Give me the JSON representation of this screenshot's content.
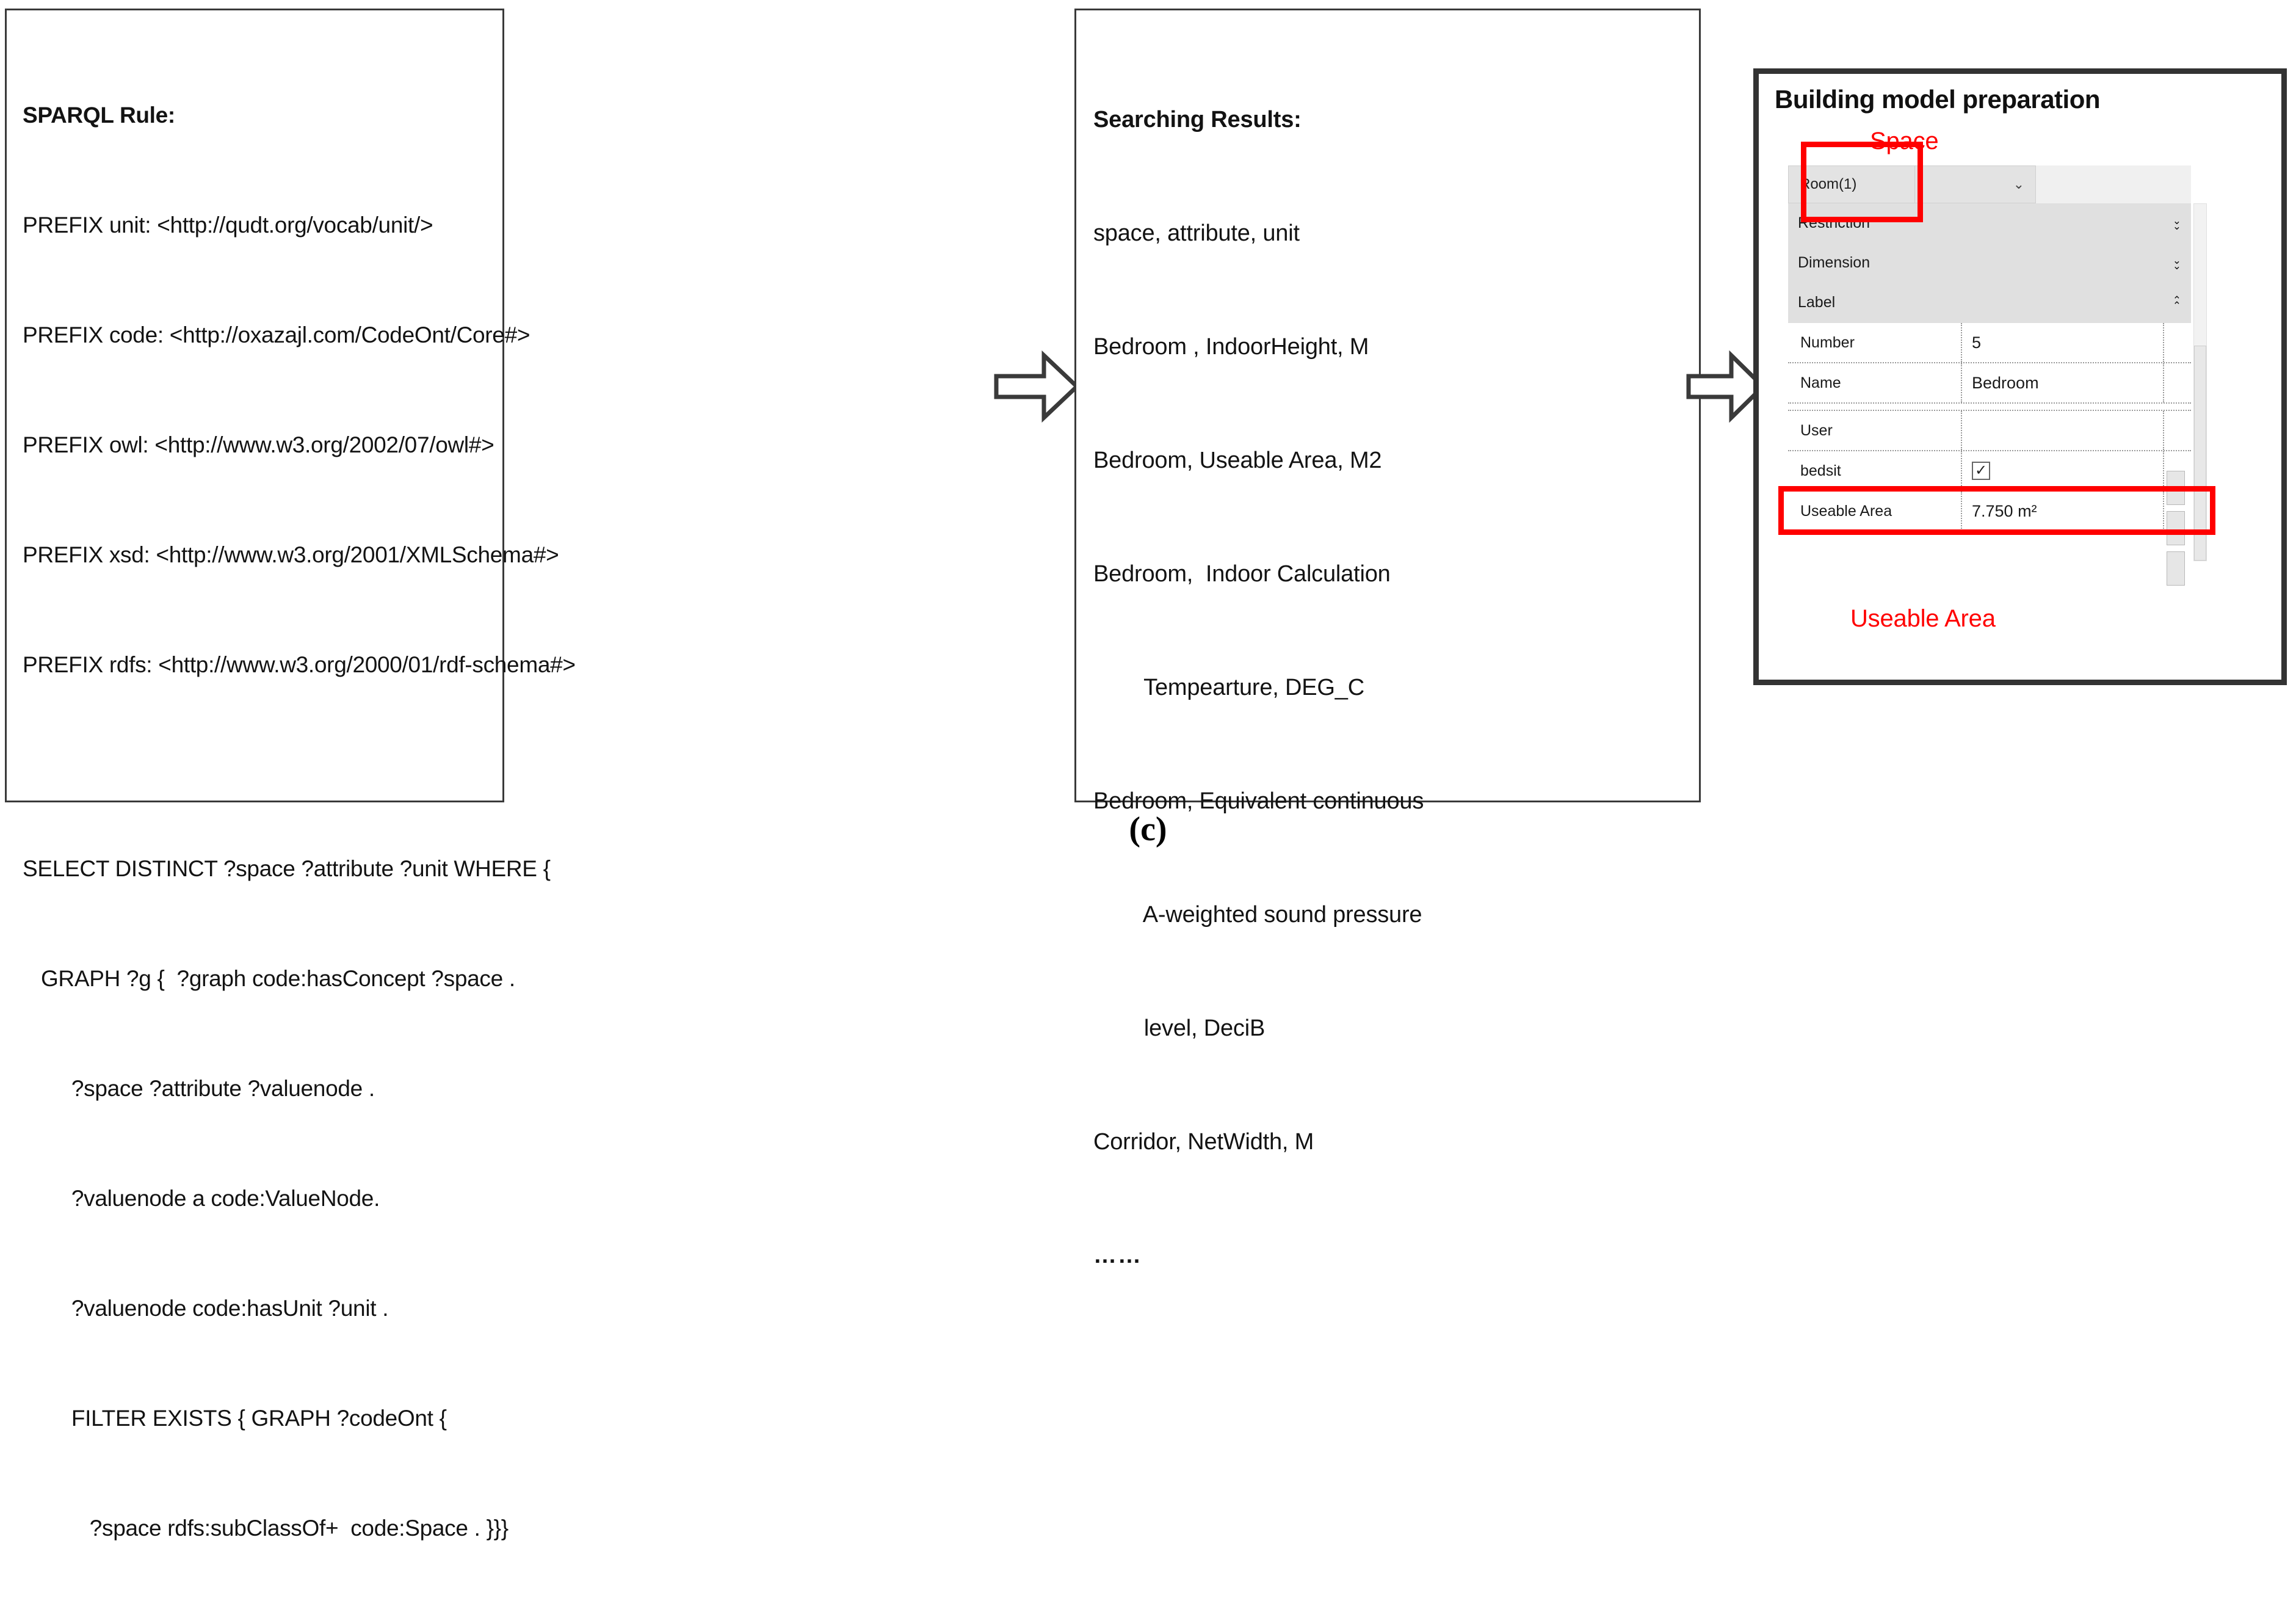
{
  "figure": {
    "caption": "(c)"
  },
  "sparql_panel": {
    "title": "SPARQL Rule:",
    "lines": [
      "PREFIX unit: <http://qudt.org/vocab/unit/>",
      "PREFIX code: <http://oxazajl.com/CodeOnt/Core#>",
      "PREFIX owl: <http://www.w3.org/2002/07/owl#>",
      "PREFIX xsd: <http://www.w3.org/2001/XMLSchema#>",
      "PREFIX rdfs: <http://www.w3.org/2000/01/rdf-schema#>",
      "",
      "SELECT DISTINCT ?space ?attribute ?unit WHERE {",
      "   GRAPH ?g {  ?graph code:hasConcept ?space .",
      "        ?space ?attribute ?valuenode .",
      "        ?valuenode a code:ValueNode.",
      "        ?valuenode code:hasUnit ?unit .",
      "        FILTER EXISTS { GRAPH ?codeOnt {",
      "           ?space rdfs:subClassOf+  code:Space . }}}"
    ]
  },
  "results_panel": {
    "title": "Searching Results:",
    "header": "space, attribute, unit",
    "rows": [
      "Bedroom , IndoorHeight, M",
      "Bedroom, Useable Area, M2",
      "Bedroom,  Indoor Calculation",
      "        Tempearture, DEG_C",
      "Bedroom, Equivalent continuous",
      "        A-weighted sound pressure",
      "        level, DeciB",
      "Corridor, NetWidth, M"
    ],
    "ellipsis": "……"
  },
  "arrows": {
    "arrow1_name": "right-arrow-icon",
    "arrow2_name": "right-arrow-icon"
  },
  "model_panel": {
    "title": "Building model preparation",
    "annotation_space": "Space",
    "annotation_useable_area": "Useable Area",
    "selector": {
      "value": "Room(1)",
      "caret": "⌄"
    },
    "groups": [
      {
        "label": "Restriction",
        "state": "collapsed"
      },
      {
        "label": "Dimension",
        "state": "collapsed"
      },
      {
        "label": "Label",
        "state": "expanded"
      }
    ],
    "properties": [
      {
        "name": "Number",
        "value": "5",
        "type": "text"
      },
      {
        "name": "Name",
        "value": "Bedroom",
        "type": "text"
      },
      {
        "name": "User",
        "value": "",
        "type": "text"
      },
      {
        "name": "bedsit",
        "value": "✓",
        "type": "checkbox"
      },
      {
        "name": "Useable Area",
        "value": "7.750 m²",
        "type": "text"
      }
    ]
  },
  "colors": {
    "highlight_red": "#ff0000",
    "panel_border": "#3a3a3a",
    "model_border": "#333333",
    "group_bg": "#e0e0e0"
  }
}
